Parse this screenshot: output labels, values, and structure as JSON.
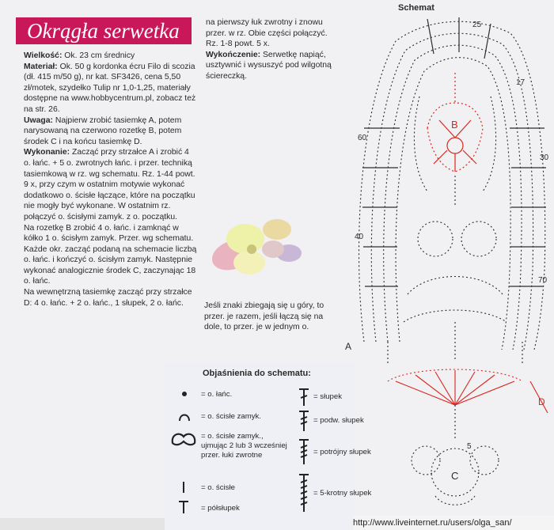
{
  "header": {
    "title": "Okrągła serwetka"
  },
  "col1": [
    {
      "label": "Wielkość:",
      "text": " Ok. 23 cm średnicy"
    },
    {
      "label": "Materiał:",
      "text": " Ok. 50 g kordonka écru Filo di scozia (dł. 415 m/50 g), nr kat. SF3426, cena 5,50 zł/motek, szydełko Tulip nr 1,0-1,25, materiały dostępne na www.hobbycentrum.pl, zobacz też na str. 26."
    },
    {
      "label": "Uwaga:",
      "text": " Najpierw zrobić tasiemkę A, potem narysowaną na czerwono rozetkę B, potem środek C i na końcu tasiemkę D."
    },
    {
      "label": "Wykonanie:",
      "text": " Zacząć przy strzałce A i zrobić 4 o. łańc. + 5 o. zwrotnych łańc. i przer. techniką tasiemkową w rz. wg schematu. Rz. 1-44 powt. 9 x, przy czym w ostatnim motywie wykonać dodatkowo o. ścisłe łączące, które na początku nie mogły być wykonane. W ostatnim rz. połączyć o. ścisłymi zamyk. z o. początku."
    },
    {
      "label": "",
      "text": "Na rozetkę B zrobić 4 o. łańc. i zamknąć w kółko 1 o. ścisłym zamyk. Przer. wg schematu. Każde okr. zacząć podaną na schemacie liczbą o. łańc. i kończyć o. ścisłym zamyk. Następnie wykonać analogicznie środek C, zaczynając 18 o. łańc."
    },
    {
      "label": "",
      "text": "Na wewnętrzną tasiemkę zacząć przy strzałce D: 4 o. łańc. + 2 o. łańc., 1 słupek, 2 o. łańc."
    }
  ],
  "col2": [
    {
      "label": "",
      "text": "na pierwszy łuk zwrotny i znowu przer. w rz. Obie części połączyć. Rz. 1-8 powt. 5 x."
    },
    {
      "label": "Wykończenie:",
      "text": " Serwetkę napiąć, usztywnić i wysuszyć pod wilgotną ściereczką."
    }
  ],
  "note": "Jeśli znaki zbiegają się u góry, to przer. je razem, jeśli łączą się na dole, to przer. je w jednym o.",
  "schema": {
    "title": "Schemat",
    "labels": {
      "a": "A",
      "b": "B",
      "c": "C",
      "d": "D",
      "r25": "25",
      "r60": "60",
      "r40": "40",
      "r30": "30",
      "r70": "70",
      "r17": "17",
      "r5": "5"
    },
    "red_color": "#d9271f",
    "line_color": "#2c2c2c"
  },
  "legend": {
    "title": "Objaśnienia do schematu:",
    "items": [
      {
        "text": "= o. łańc."
      },
      {
        "text": "= o. ścisłe zamyk."
      },
      {
        "text": "= o. ścisłe zamyk., ujmując 2 lub 3 wcześniej przer. łuki zwrotne"
      },
      {
        "text": "= o. ścisłe"
      },
      {
        "text": "= półsłupek"
      },
      {
        "text": "= słupek"
      },
      {
        "text": "= podw. słupek"
      },
      {
        "text": "= potrójny słupek"
      },
      {
        "text": "= 5-krotny słupek"
      }
    ]
  },
  "footer": {
    "url": "http://www.liveinternet.ru/users/olga_san/"
  }
}
